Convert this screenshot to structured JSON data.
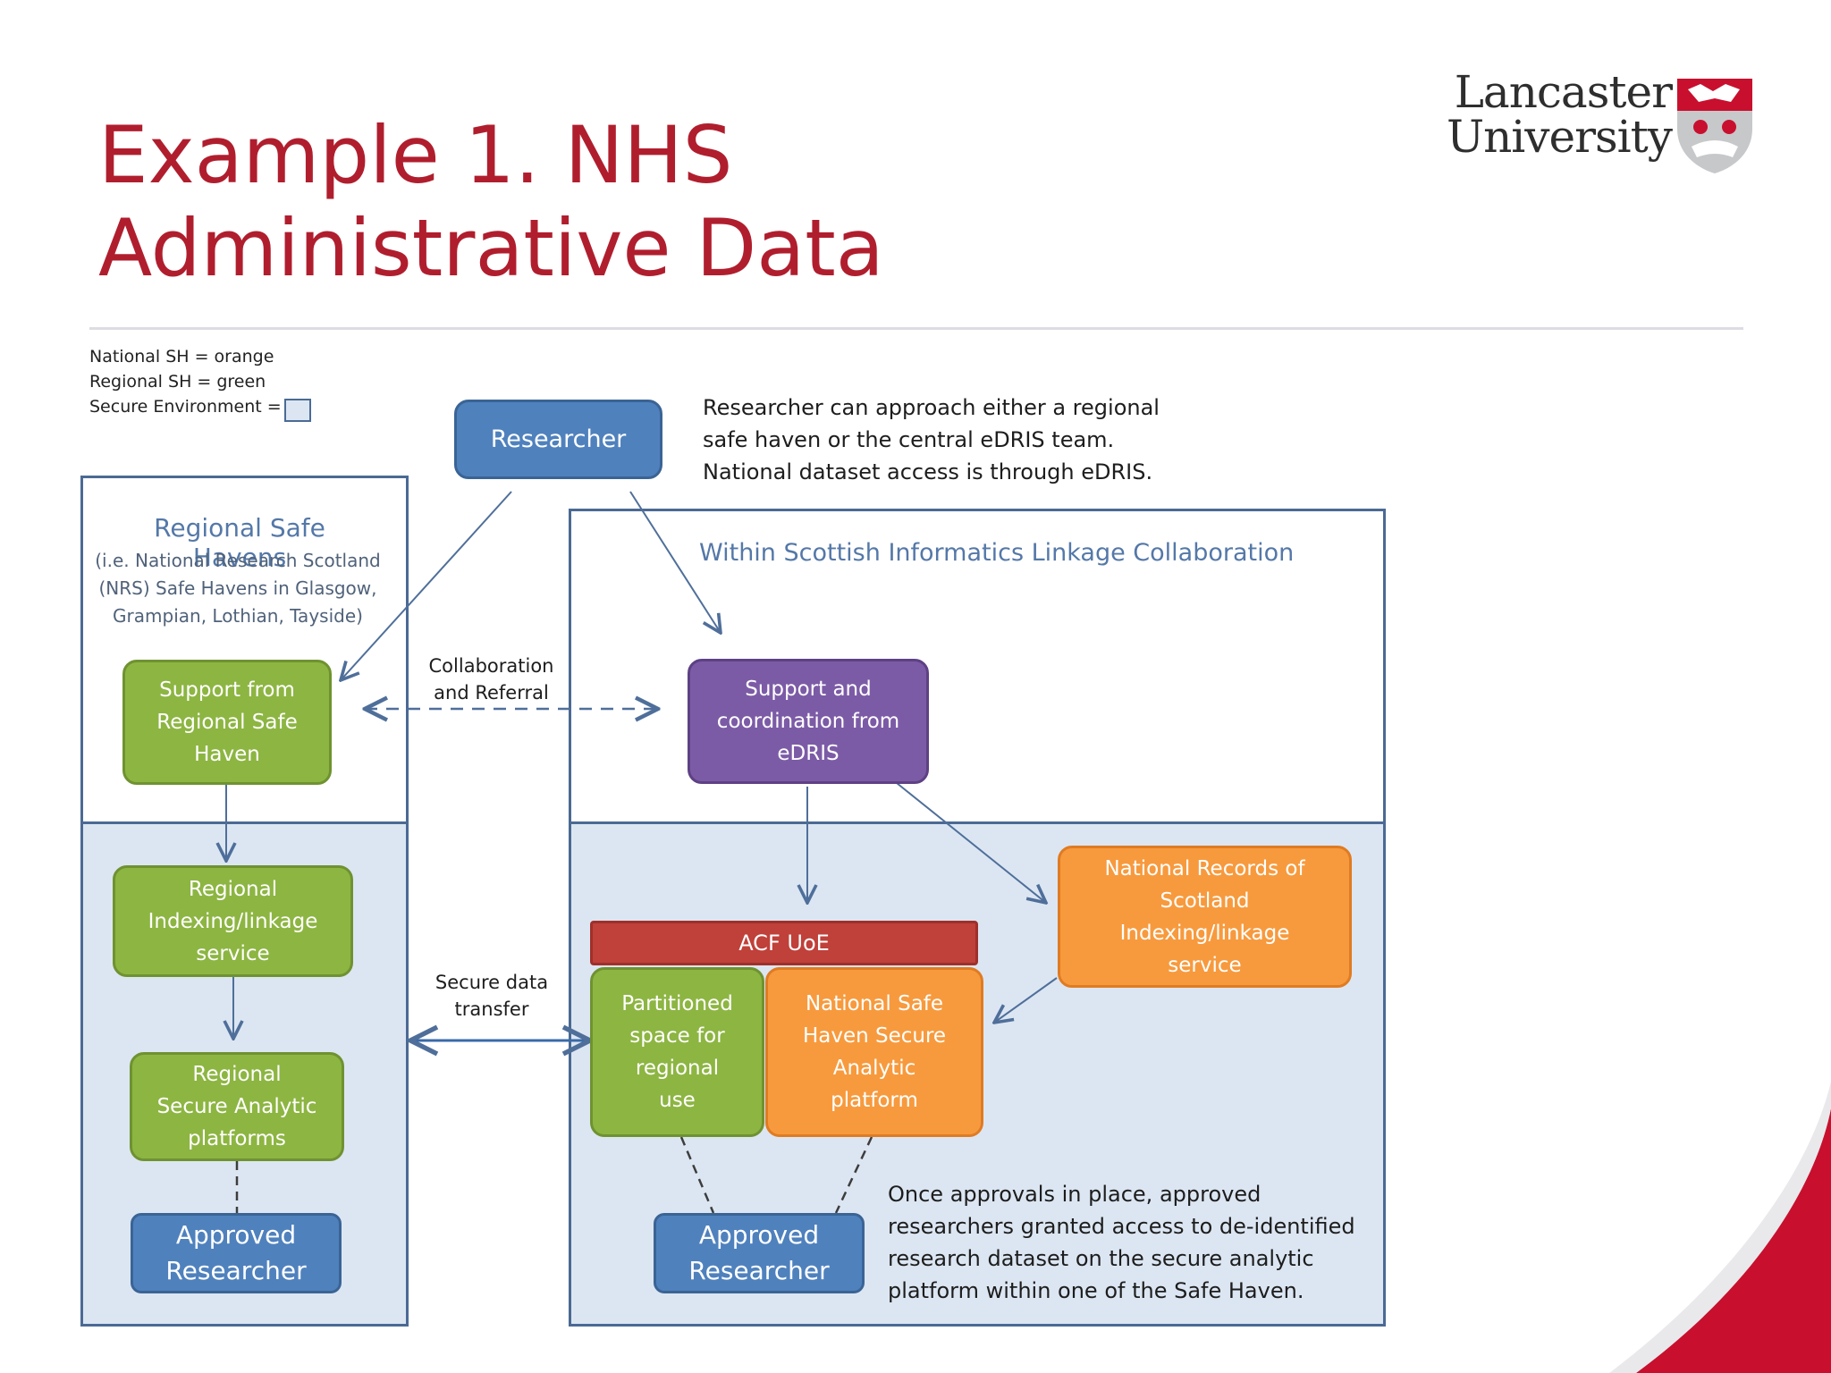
{
  "title": "Example 1. NHS Administrative Data",
  "logo": {
    "line1": "Lancaster",
    "line2": "University"
  },
  "legend": {
    "national": "National SH = orange",
    "regional": "Regional SH = green",
    "secure": "Secure Environment ="
  },
  "diagram": {
    "researcher": "Researcher",
    "researcher_note": [
      "Researcher can approach either a regional",
      "safe haven or the central eDRIS team.",
      "National dataset access is through eDRIS."
    ],
    "regional_heading": "Regional Safe Havens",
    "regional_sub": [
      "(i.e. National Research Scotland",
      "(NRS) Safe Havens in Glasgow,",
      "Grampian, Lothian, Tayside)"
    ],
    "silc_heading": "Within Scottish Informatics Linkage Collaboration",
    "support_regional": [
      "Support from",
      "Regional Safe",
      "Haven"
    ],
    "collab_label": [
      "Collaboration",
      "and Referral"
    ],
    "support_edris": [
      "Support and",
      "coordination from",
      "eDRIS"
    ],
    "regional_indexing": [
      "Regional",
      "Indexing/linkage",
      "service"
    ],
    "nrs_indexing": [
      "National Records of",
      "Scotland",
      "Indexing/linkage",
      "service"
    ],
    "acf": "ACF UoE",
    "secure_transfer": [
      "Secure data",
      "transfer"
    ],
    "partitioned": [
      "Partitioned",
      "space for",
      "regional",
      "use"
    ],
    "national_platform": [
      "National Safe",
      "Haven Secure",
      "Analytic",
      "platform"
    ],
    "regional_platforms": [
      "Regional",
      "Secure Analytic",
      "platforms"
    ],
    "approved_left": [
      "Approved",
      "Researcher"
    ],
    "approved_right": [
      "Approved",
      "Researcher"
    ],
    "final_note": [
      "Once approvals in place, approved",
      "researchers  granted  access to de-identified",
      "research dataset on the secure analytic",
      "platform within one of the Safe Haven."
    ]
  },
  "colors": {
    "title": "#b01e2e",
    "national_orange": "#f79a3d",
    "regional_green": "#8db542",
    "edris_purple": "#7c5ba6",
    "researcher_blue": "#4f81bd",
    "acf_red": "#c0403a",
    "secure_fill": "#dce6f2"
  }
}
